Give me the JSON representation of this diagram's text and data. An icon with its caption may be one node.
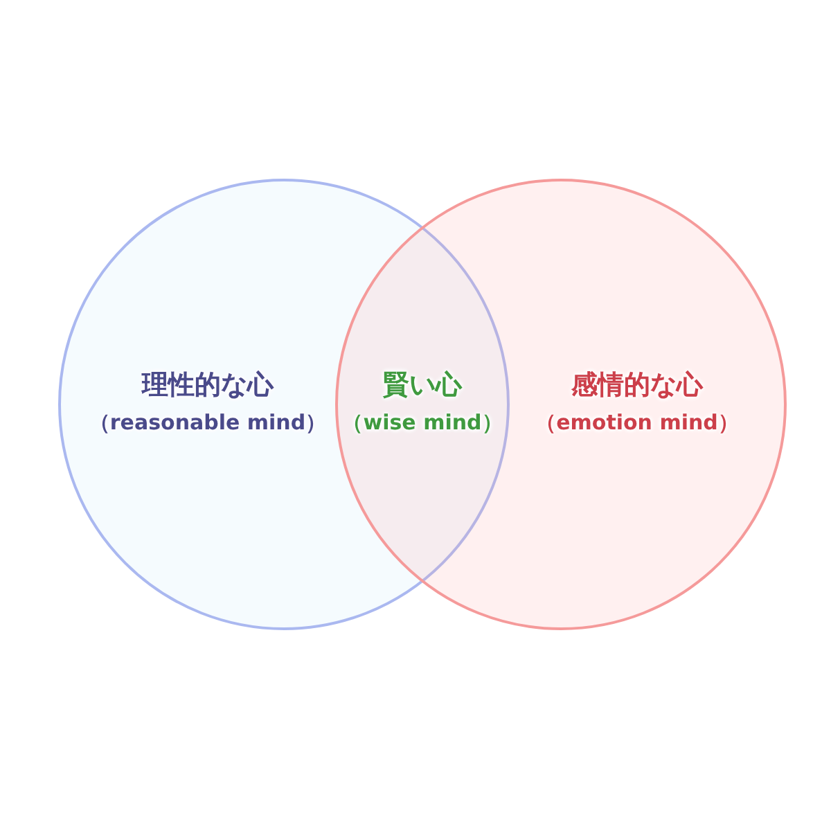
{
  "diagram": {
    "nodes": [
      {
        "text": [
          "理性的な心",
          "（reasonable mind）"
        ]
      },
      {
        "text": [
          "感情的な心",
          "（emotion mind）"
        ]
      }
    ],
    "labels": [
      "賢い心",
      "（wise mind）"
    ]
  }
}
